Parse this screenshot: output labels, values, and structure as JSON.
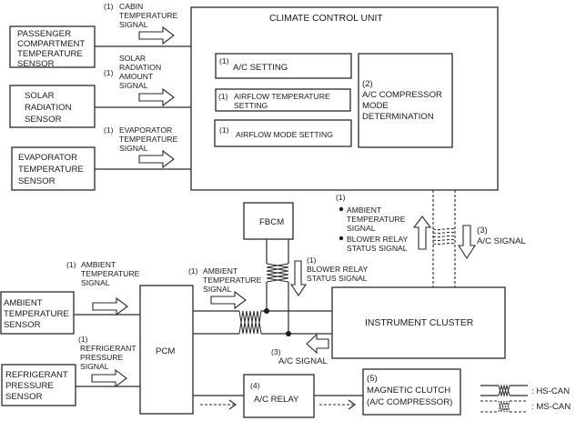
{
  "diagram": {
    "sensors": {
      "passenger_compartment": [
        "PASSENGER",
        "COMPARTMENT",
        "TEMPERATURE",
        "SENSOR"
      ],
      "solar_radiation": [
        "SOLAR",
        "RADIATION",
        "SENSOR"
      ],
      "evaporator": [
        "EVAPORATOR",
        "TEMPERATURE",
        "SENSOR"
      ],
      "ambient": [
        "AMBIENT",
        "TEMPERATURE",
        "SENSOR"
      ],
      "refrigerant": [
        "REFRIGERANT",
        "PRESSURE",
        "SENSOR"
      ]
    },
    "signals": {
      "cabin_temp": {
        "num": "(1)",
        "lines": [
          "CABIN",
          "TEMPERATURE",
          "SIGNAL"
        ]
      },
      "solar_amount": {
        "num": "(1)",
        "lines": [
          "SOLAR",
          "RADIATION",
          "AMOUNT",
          "SIGNAL"
        ]
      },
      "evaporator_temp": {
        "num": "(1)",
        "lines": [
          "EVAPORATOR",
          "TEMPERATURE",
          "SIGNAL"
        ]
      },
      "ambient_to_pcm": {
        "num": "(1)",
        "lines": [
          "AMBIENT",
          "TEMPERATURE",
          "SIGNAL"
        ]
      },
      "refrigerant_pressure": {
        "num": "(1)",
        "lines": [
          "REFRIGERANT",
          "PRESSURE",
          "SIGNAL"
        ]
      },
      "ambient_from_pcm": {
        "num": "(1)",
        "lines": [
          "AMBIENT",
          "TEMPERATURE",
          "SIGNAL"
        ]
      },
      "blower_relay": {
        "num": "(1)",
        "lines": [
          "BLOWER RELAY",
          "STATUS SIGNAL"
        ]
      },
      "ac_signal_to_pcm": {
        "num": "(3)",
        "lines": [
          "A/C SIGNAL"
        ]
      },
      "ms_can_up": {
        "num": "(1)",
        "bullets": [
          [
            "AMBIENT",
            "TEMPERATURE",
            "SIGNAL"
          ],
          [
            "BLOWER RELAY",
            "STATUS SIGNAL"
          ]
        ]
      },
      "ms_can_down": {
        "num": "(3)",
        "lines": [
          "A/C SIGNAL"
        ]
      }
    },
    "climate_control_unit": {
      "title": "CLIMATE CONTROL UNIT",
      "ac_setting": {
        "num": "(1)",
        "label": "A/C SETTING"
      },
      "airflow_temp": {
        "num": "(1)",
        "lines": [
          "AIRFLOW TEMPERATURE",
          "SETTING"
        ]
      },
      "airflow_mode": {
        "num": "(1)",
        "label": "AIRFLOW MODE SETTING"
      },
      "compressor_mode": {
        "num": "(2)",
        "lines": [
          "A/C COMPRESSOR",
          "MODE",
          "DETERMINATION"
        ]
      }
    },
    "modules": {
      "fbcm": "FBCM",
      "pcm": "PCM",
      "instrument_cluster": "INSTRUMENT CLUSTER",
      "ac_relay": {
        "num": "(4)",
        "label": "A/C RELAY"
      },
      "magnetic_clutch": {
        "num": "(5)",
        "lines": [
          "MAGNETIC CLUTCH",
          "(A/C COMPRESSOR)"
        ]
      }
    },
    "legend": {
      "hs_can": ": HS-CAN",
      "ms_can": ": MS-CAN"
    }
  }
}
